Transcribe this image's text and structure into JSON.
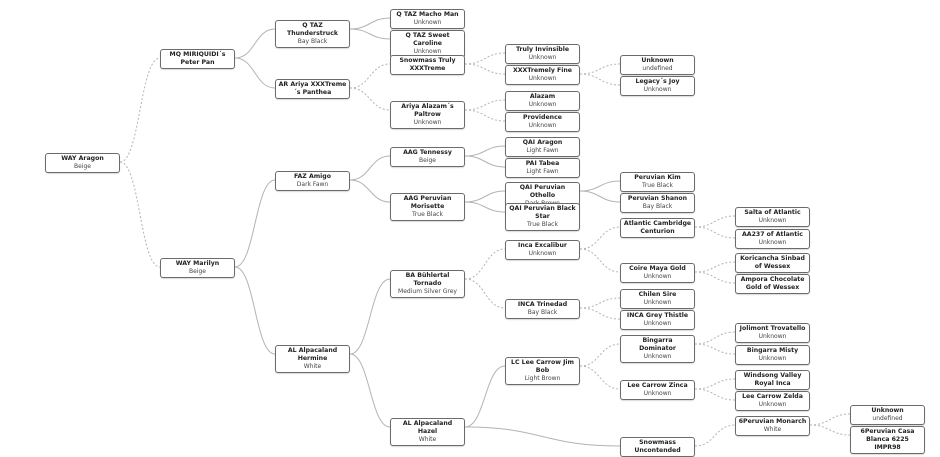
{
  "title": "Pedigree tree",
  "styles": {
    "line_color": "#b3b3b3",
    "border_color": "#6b6b6b"
  },
  "nodes": [
    {
      "id": "n0",
      "name": "WAY Aragon",
      "color": "Beige"
    },
    {
      "id": "n1",
      "name": "MQ MIRIQUIDI´s Peter Pan",
      "color": ""
    },
    {
      "id": "n2",
      "name": "WAY Marilyn",
      "color": "Beige"
    },
    {
      "id": "n3",
      "name": "Q TAZ Thunderstruck",
      "color": "Bay Black"
    },
    {
      "id": "n4",
      "name": "AR Ariya XXXTreme´s Panthea",
      "color": ""
    },
    {
      "id": "n5",
      "name": "FAZ Amigo",
      "color": "Dark Fawn"
    },
    {
      "id": "n6",
      "name": "AL Alpacaland Hermine",
      "color": "White"
    },
    {
      "id": "n7",
      "name": "Q TAZ Macho Man",
      "color": "Unknown"
    },
    {
      "id": "n8",
      "name": "Q TAZ Sweet Caroline",
      "color": "Unknown"
    },
    {
      "id": "n9",
      "name": "Snowmass Truly XXXTreme",
      "color": ""
    },
    {
      "id": "n10",
      "name": "Ariya Alazam´s Paltrow",
      "color": "Unknown"
    },
    {
      "id": "n11",
      "name": "AAG Tennessy",
      "color": "Beige"
    },
    {
      "id": "n12",
      "name": "AAG Peruvian Morisette",
      "color": "True Black"
    },
    {
      "id": "n13",
      "name": "BA Bühlertal Tornado",
      "color": "Medium Silver Grey"
    },
    {
      "id": "n14",
      "name": "AL Alpacaland Hazel",
      "color": "White"
    },
    {
      "id": "n15",
      "name": "Truly Invinsible",
      "color": "Unknown"
    },
    {
      "id": "n16",
      "name": "XXXTremely Fine",
      "color": "Unknown"
    },
    {
      "id": "n17",
      "name": "Alazam",
      "color": "Unknown"
    },
    {
      "id": "n18",
      "name": "Providence",
      "color": "Unknown"
    },
    {
      "id": "n19",
      "name": "QAI Aragon",
      "color": "Light Fawn"
    },
    {
      "id": "n20",
      "name": "PAI Tabea",
      "color": "Light Fawn"
    },
    {
      "id": "n21",
      "name": "QAI Peruvian Othello",
      "color": "Dark Brown"
    },
    {
      "id": "n22",
      "name": "QAI Peruvian Black Star",
      "color": "True Black"
    },
    {
      "id": "n23",
      "name": "Inca Excalibur",
      "color": "Unknown"
    },
    {
      "id": "n24",
      "name": "INCA Trinedad",
      "color": "Bay Black"
    },
    {
      "id": "n25",
      "name": "LC Lee Carrow Jim Bob",
      "color": "Light Brown"
    },
    {
      "id": "n26",
      "name": "Unknown",
      "color": "undefined"
    },
    {
      "id": "n27",
      "name": "Legacy´s Joy",
      "color": "Unknown"
    },
    {
      "id": "n28",
      "name": "Peruvian Kim",
      "color": "True Black"
    },
    {
      "id": "n29",
      "name": "Peruvian Shanon",
      "color": "Bay Black"
    },
    {
      "id": "n30",
      "name": "Atlantic Cambridge Centurion",
      "color": ""
    },
    {
      "id": "n31",
      "name": "Coire Maya Gold",
      "color": "Unknown"
    },
    {
      "id": "n32",
      "name": "Chilen Sire",
      "color": "Unknown"
    },
    {
      "id": "n33",
      "name": "INCA Grey Thistle",
      "color": "Unknown"
    },
    {
      "id": "n34",
      "name": "Bingarra Dominator",
      "color": "Unknown"
    },
    {
      "id": "n35",
      "name": "Lee Carrow Zinca",
      "color": "Unknown"
    },
    {
      "id": "n36",
      "name": "Snowmass Uncontended",
      "color": ""
    },
    {
      "id": "n37",
      "name": "Salta of Atlantic",
      "color": "Unknown"
    },
    {
      "id": "n38",
      "name": "AA237 of Atlantic",
      "color": "Unknown"
    },
    {
      "id": "n39",
      "name": "Koricancha Sinbad of Wessex",
      "color": ""
    },
    {
      "id": "n40",
      "name": "Ampora Chocolate Gold of Wessex",
      "color": ""
    },
    {
      "id": "n41",
      "name": "Jolimont Trovatello",
      "color": "Unknown"
    },
    {
      "id": "n42",
      "name": "Bingarra Misty",
      "color": "Unknown"
    },
    {
      "id": "n43",
      "name": "Windsong Valley Royal Inca",
      "color": ""
    },
    {
      "id": "n44",
      "name": "Lee Carrow Zelda",
      "color": "Unknown"
    },
    {
      "id": "n45",
      "name": "6Peruvian Monarch",
      "color": "White"
    },
    {
      "id": "n46",
      "name": "Unknown",
      "color": "undefined"
    },
    {
      "id": "n47",
      "name": "6Peruvian Casa Blanca 6225 IMPR98",
      "color": ""
    }
  ],
  "links": [
    {
      "from": "n0",
      "to": "n1",
      "style": "dashed"
    },
    {
      "from": "n0",
      "to": "n2",
      "style": "dashed"
    },
    {
      "from": "n1",
      "to": "n3",
      "style": "solid"
    },
    {
      "from": "n1",
      "to": "n4",
      "style": "solid"
    },
    {
      "from": "n2",
      "to": "n5",
      "style": "solid"
    },
    {
      "from": "n2",
      "to": "n6",
      "style": "solid"
    },
    {
      "from": "n3",
      "to": "n7",
      "style": "solid"
    },
    {
      "from": "n3",
      "to": "n8",
      "style": "solid"
    },
    {
      "from": "n4",
      "to": "n9",
      "style": "dashed"
    },
    {
      "from": "n4",
      "to": "n10",
      "style": "dashed"
    },
    {
      "from": "n5",
      "to": "n11",
      "style": "solid"
    },
    {
      "from": "n5",
      "to": "n12",
      "style": "solid"
    },
    {
      "from": "n6",
      "to": "n13",
      "style": "solid"
    },
    {
      "from": "n6",
      "to": "n14",
      "style": "solid"
    },
    {
      "from": "n9",
      "to": "n15",
      "style": "dashed"
    },
    {
      "from": "n9",
      "to": "n16",
      "style": "dashed"
    },
    {
      "from": "n10",
      "to": "n17",
      "style": "dashed"
    },
    {
      "from": "n10",
      "to": "n18",
      "style": "dashed"
    },
    {
      "from": "n11",
      "to": "n19",
      "style": "solid"
    },
    {
      "from": "n11",
      "to": "n20",
      "style": "solid"
    },
    {
      "from": "n12",
      "to": "n21",
      "style": "solid"
    },
    {
      "from": "n12",
      "to": "n22",
      "style": "solid"
    },
    {
      "from": "n13",
      "to": "n23",
      "style": "dashed"
    },
    {
      "from": "n13",
      "to": "n24",
      "style": "dashed"
    },
    {
      "from": "n14",
      "to": "n25",
      "style": "solid"
    },
    {
      "from": "n14",
      "to": "n36",
      "style": "solid"
    },
    {
      "from": "n16",
      "to": "n26",
      "style": "dashed"
    },
    {
      "from": "n16",
      "to": "n27",
      "style": "dashed"
    },
    {
      "from": "n21",
      "to": "n28",
      "style": "solid"
    },
    {
      "from": "n21",
      "to": "n29",
      "style": "solid"
    },
    {
      "from": "n23",
      "to": "n30",
      "style": "dashed"
    },
    {
      "from": "n23",
      "to": "n31",
      "style": "dashed"
    },
    {
      "from": "n24",
      "to": "n32",
      "style": "dashed"
    },
    {
      "from": "n24",
      "to": "n33",
      "style": "dashed"
    },
    {
      "from": "n25",
      "to": "n34",
      "style": "dashed"
    },
    {
      "from": "n25",
      "to": "n35",
      "style": "dashed"
    },
    {
      "from": "n30",
      "to": "n37",
      "style": "dashed"
    },
    {
      "from": "n30",
      "to": "n38",
      "style": "dashed"
    },
    {
      "from": "n31",
      "to": "n39",
      "style": "dashed"
    },
    {
      "from": "n31",
      "to": "n40",
      "style": "dashed"
    },
    {
      "from": "n34",
      "to": "n41",
      "style": "dashed"
    },
    {
      "from": "n34",
      "to": "n42",
      "style": "dashed"
    },
    {
      "from": "n35",
      "to": "n43",
      "style": "dashed"
    },
    {
      "from": "n35",
      "to": "n44",
      "style": "dashed"
    },
    {
      "from": "n36",
      "to": "n45",
      "style": "dashed"
    },
    {
      "from": "n45",
      "to": "n46",
      "style": "dashed"
    },
    {
      "from": "n45",
      "to": "n47",
      "style": "dashed"
    }
  ]
}
